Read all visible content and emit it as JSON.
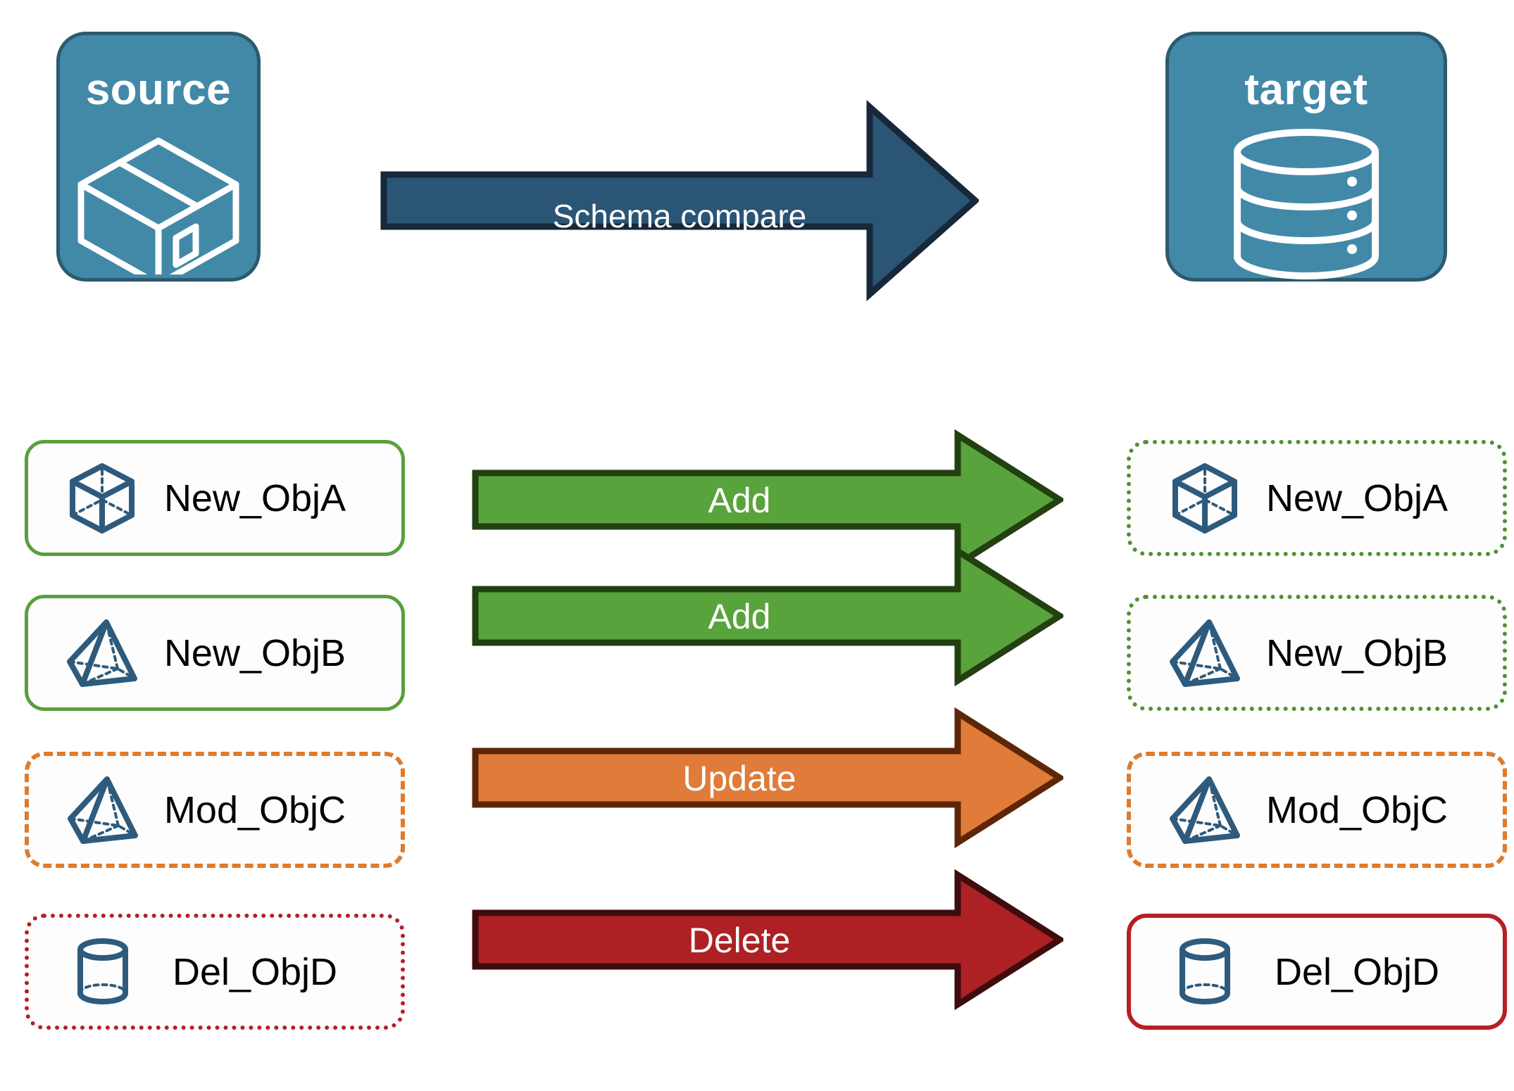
{
  "diagram": {
    "title": "Schema compare source to target",
    "source": {
      "label": "source",
      "icon": "package-box-icon"
    },
    "target": {
      "label": "target",
      "icon": "database-cylinder-icon"
    },
    "compare_arrow": {
      "label": "Schema compare",
      "color": "#2b5575",
      "border": "#16283a"
    }
  },
  "rows": [
    {
      "source_label": "New_ObjA",
      "target_label": "New_ObjA",
      "action": "Add",
      "icon": "wireframe-cube-icon",
      "arrow_fill": "#59a33c",
      "arrow_border": "#234010",
      "source_border_style": "solid",
      "source_border_color": "#5a9e3d",
      "target_border_style": "dotted",
      "target_border_color": "#4f9136"
    },
    {
      "source_label": "New_ObjB",
      "target_label": "New_ObjB",
      "action": "Add",
      "icon": "wireframe-pyramid-icon",
      "arrow_fill": "#59a33c",
      "arrow_border": "#234010",
      "source_border_style": "solid",
      "source_border_color": "#5a9e3d",
      "target_border_style": "dotted",
      "target_border_color": "#4f9136"
    },
    {
      "source_label": "Mod_ObjC",
      "target_label": "Mod_ObjC",
      "action": "Update",
      "icon": "wireframe-pyramid-icon",
      "arrow_fill": "#e07b39",
      "arrow_border": "#5e2608",
      "source_border_style": "dashed",
      "source_border_color": "#dd7b2e",
      "target_border_style": "dashed",
      "target_border_color": "#dd7b2e"
    },
    {
      "source_label": "Del_ObjD",
      "target_label": "Del_ObjD",
      "action": "Delete",
      "icon": "wireframe-cylinder-icon",
      "arrow_fill": "#ad2024",
      "arrow_border": "#3f0c0d",
      "source_border_style": "dotted",
      "source_border_color": "#b52025",
      "target_border_style": "solid",
      "target_border_color": "#b52025"
    }
  ],
  "colors": {
    "endpoint_fill": "#4289a8",
    "endpoint_stroke": "#2c5a6e",
    "object_icon_stroke": "#2e5b7d",
    "background": "#ffffff"
  }
}
